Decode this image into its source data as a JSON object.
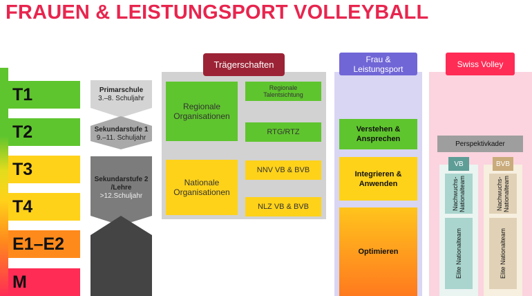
{
  "title": "FRAUEN & LEISTUNGSPORT VOLLEYBALL",
  "levels": [
    "T1",
    "T2",
    "T3",
    "T4",
    "E1–E2",
    "M"
  ],
  "school": {
    "primarschule": {
      "name": "Primarschule",
      "years": "3.–8. Schuljahr"
    },
    "sek1": {
      "name": "Sekundarstufe 1",
      "years": "9.–11. Schuljahr"
    },
    "sek2": {
      "name": "Sekundarstufe 2 /Lehre",
      "years": ">12.Schuljahr"
    }
  },
  "traeger": {
    "header": "Trägerschaften",
    "regional": "Regionale Organisationen",
    "national": "Nationale Organisationen",
    "talentsichtung": "Regionale Talentsichtung",
    "rtg": "RTG/RTZ",
    "nnv": "NNV VB & BVB",
    "nlz": "NLZ VB & BVB"
  },
  "frau": {
    "header": "Frau & Leistungsport",
    "verstehen": "Verstehen & Ansprechen",
    "integrieren": "Integrieren & Anwenden",
    "optimieren": "Optimieren"
  },
  "swiss": {
    "header": "Swiss Volley",
    "perspektivkader": "Perspektivkader",
    "vb": "VB",
    "bvb": "BVB",
    "nachwuchs": "Nachwuchs-Nationalteam",
    "elite": "Elite Nationalteam"
  },
  "colors": {
    "title": "#e8254e",
    "green": "#5fc52e",
    "yellow": "#ffd21a",
    "orange": "#ff8a1c",
    "pink": "#ff2c55",
    "maroon": "#9b2335",
    "lavender": "#7066d6",
    "swiss_pink": "#ff2c55"
  }
}
